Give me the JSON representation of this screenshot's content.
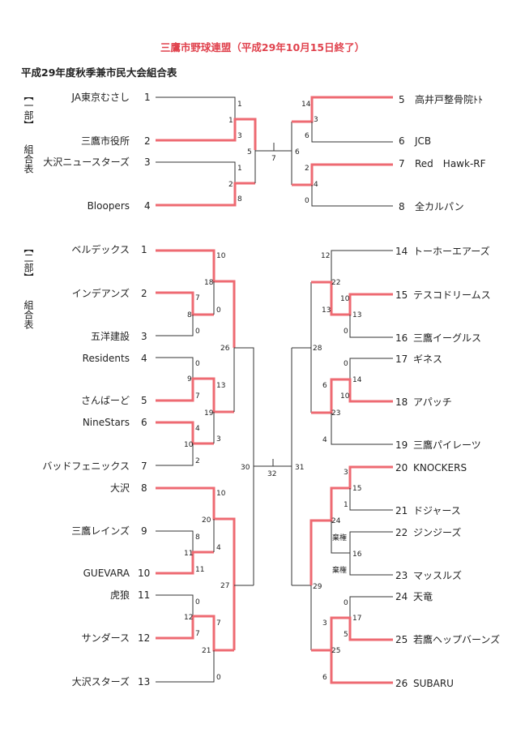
{
  "header": {
    "title": "三鷹市野球連盟（平成29年10月15日終了）",
    "subtitle": "平成29年度秋季兼市民大会組合表",
    "title_color": "#e0424d"
  },
  "colors": {
    "line": "#333333",
    "winner": "#ee6a72"
  },
  "division1": {
    "label_bracket": "【一部】",
    "label_table": "組合表",
    "teams": [
      {
        "num": "1",
        "name": "JA東京むさし"
      },
      {
        "num": "2",
        "name": "三鷹市役所"
      },
      {
        "num": "3",
        "name": "大沢ニュースターズ"
      },
      {
        "num": "4",
        "name": "Bloopers"
      },
      {
        "num": "5",
        "name": "高井戸整骨院ﾄﾄ"
      },
      {
        "num": "6",
        "name": "JCB"
      },
      {
        "num": "7",
        "name": "Red　Hawk-RF"
      },
      {
        "num": "8",
        "name": "全カルパン"
      }
    ],
    "matches": [
      "1",
      "1",
      "3",
      "1",
      "2",
      "8",
      "5",
      "7",
      "6",
      "14",
      "3",
      "6",
      "2",
      "4",
      "0"
    ]
  },
  "division2": {
    "label_bracket": "【二部】",
    "label_table": "組合表",
    "teams": [
      {
        "num": "1",
        "name": "ベルデックス"
      },
      {
        "num": "2",
        "name": "インデアンズ"
      },
      {
        "num": "3",
        "name": "五洋建設"
      },
      {
        "num": "4",
        "name": "Residents"
      },
      {
        "num": "5",
        "name": "さんばーど"
      },
      {
        "num": "6",
        "name": "NineStars"
      },
      {
        "num": "7",
        "name": "バッドフェニックス"
      },
      {
        "num": "8",
        "name": "大沢"
      },
      {
        "num": "9",
        "name": "三鷹レインズ"
      },
      {
        "num": "10",
        "name": "GUEVARA"
      },
      {
        "num": "11",
        "name": "虎狼"
      },
      {
        "num": "12",
        "name": "サンダース"
      },
      {
        "num": "13",
        "name": "大沢スターズ"
      },
      {
        "num": "14",
        "name": "トーホーエアーズ"
      },
      {
        "num": "15",
        "name": "テスコドリームス"
      },
      {
        "num": "16",
        "name": "三鷹イーグルス"
      },
      {
        "num": "17",
        "name": "ギネス"
      },
      {
        "num": "18",
        "name": "アパッチ"
      },
      {
        "num": "19",
        "name": "三鷹パイレーツ"
      },
      {
        "num": "20",
        "name": "KNOCKERS"
      },
      {
        "num": "21",
        "name": "ドジャース"
      },
      {
        "num": "22",
        "name": "ジンジーズ"
      },
      {
        "num": "23",
        "name": "マッスルズ"
      },
      {
        "num": "24",
        "name": "天竜"
      },
      {
        "num": "25",
        "name": "若鷹ヘップバーンズ"
      },
      {
        "num": "26",
        "name": "SUBARU"
      }
    ],
    "matches": [
      "10",
      "18",
      "7",
      "8",
      "0",
      "0",
      "26",
      "0",
      "9",
      "7",
      "13",
      "19",
      "4",
      "10",
      "3",
      "2",
      "30",
      "32",
      "31",
      "10",
      "20",
      "8",
      "11",
      "4",
      "11",
      "27",
      "0",
      "12",
      "7",
      "7",
      "21",
      "0",
      "12",
      "22",
      "10",
      "13",
      "13",
      "0",
      "28",
      "0",
      "6",
      "14",
      "10",
      "23",
      "4",
      "3",
      "15",
      "1",
      "24",
      "棄権",
      "16",
      "棄権",
      "29",
      "0",
      "3",
      "17",
      "5",
      "25",
      "6"
    ]
  }
}
